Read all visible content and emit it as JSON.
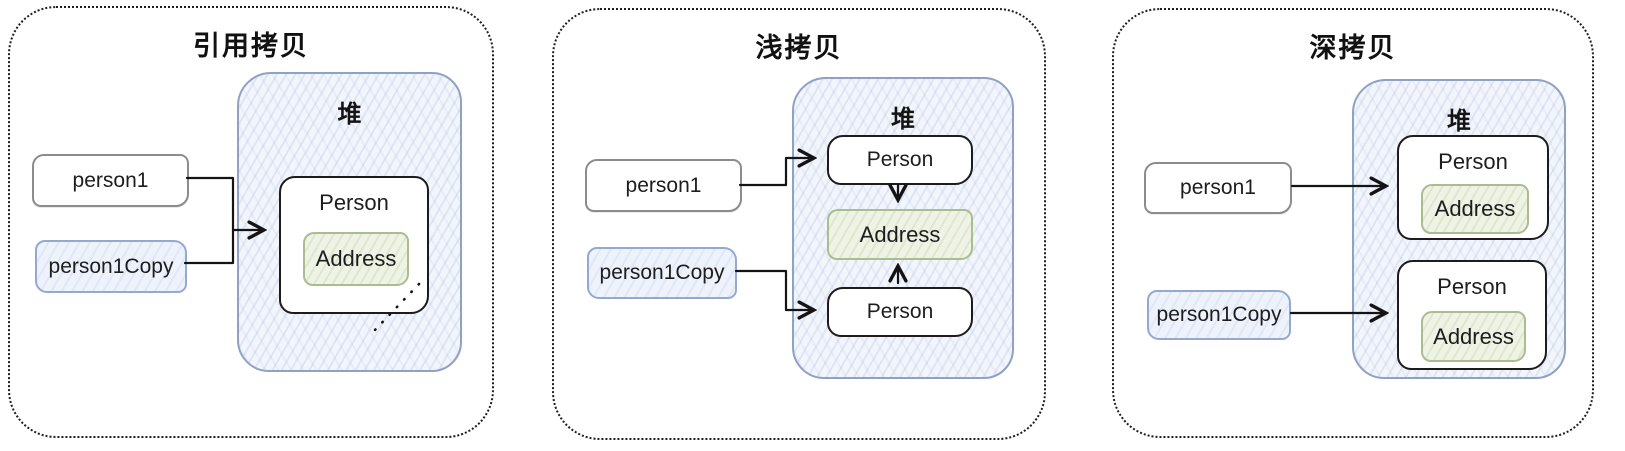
{
  "panels": [
    {
      "title": "引用拷贝",
      "heap_label": "堆",
      "person1_label": "person1",
      "person1copy_label": "person1Copy",
      "person_label": "Person",
      "address_label": "Address"
    },
    {
      "title": "浅拷贝",
      "heap_label": "堆",
      "person1_label": "person1",
      "person1copy_label": "person1Copy",
      "person_top_label": "Person",
      "address_label": "Address",
      "person_bottom_label": "Person"
    },
    {
      "title": "深拷贝",
      "heap_label": "堆",
      "person1_label": "person1",
      "person1copy_label": "person1Copy",
      "person_top_label": "Person",
      "address_top_label": "Address",
      "person_bottom_label": "Person",
      "address_bottom_label": "Address"
    }
  ],
  "colors": {
    "panel_border": "#1f1f1f",
    "title_color": "#111111",
    "heap_fill": "#f2f5fb",
    "heap_border": "#8fa2c4",
    "object_border": "#1c1c1c",
    "address_fill": "#eef3e5",
    "address_border": "#a9bd8e",
    "ref_fill": "#ffffff",
    "ref_border": "#8c8c8c",
    "copy_fill": "#eef3fb",
    "copy_border": "#94a9d2",
    "arrow": "#141414",
    "label_color": "#1d1d1f"
  }
}
